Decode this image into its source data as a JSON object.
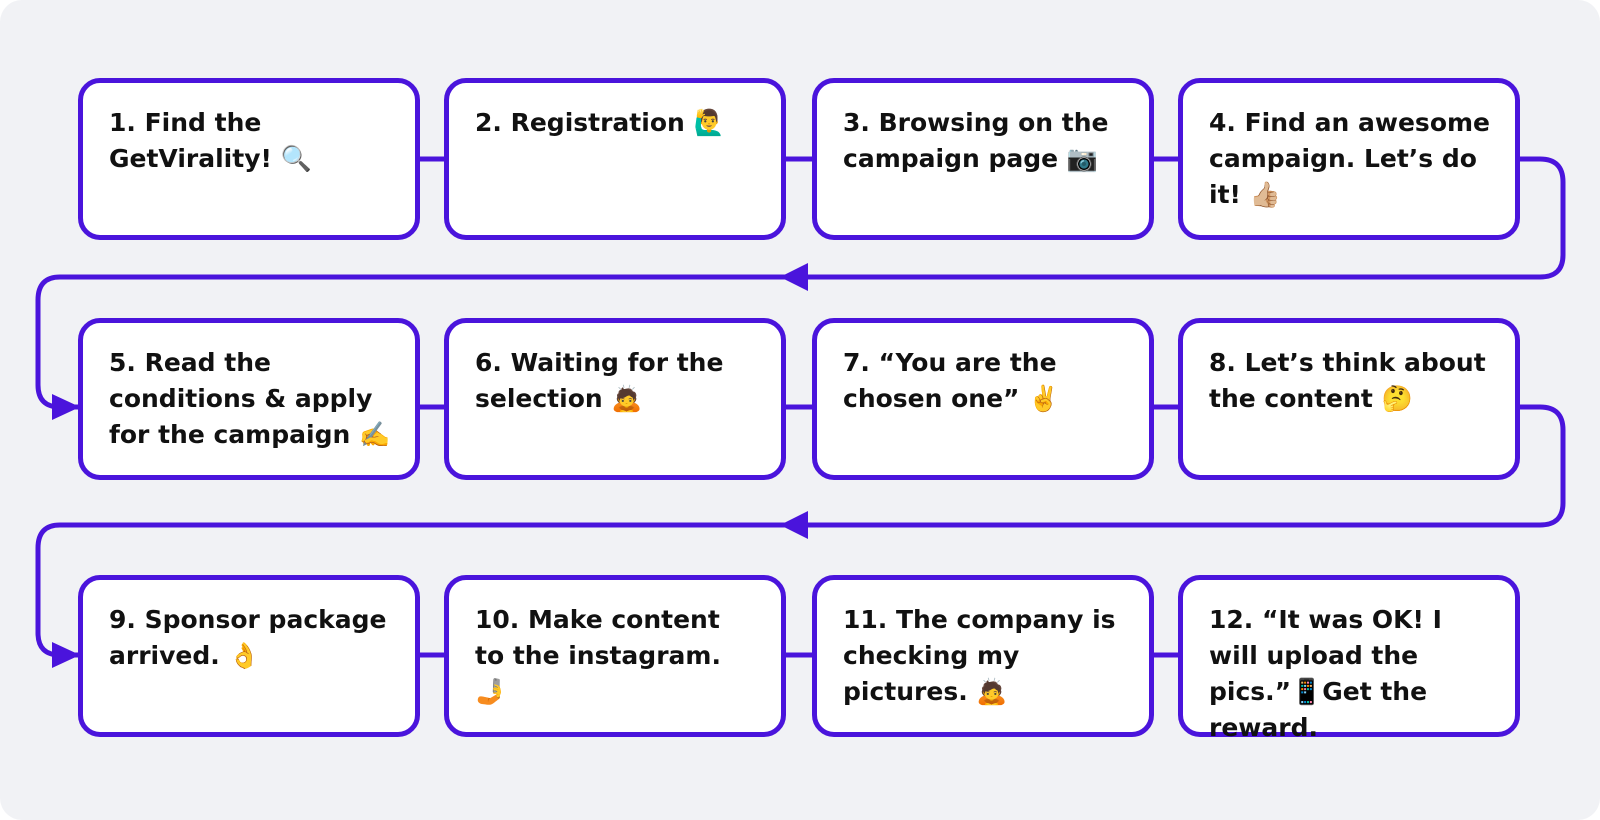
{
  "diagram": {
    "accent_color": "#4a14dc",
    "background_color": "#f1f2f5",
    "steps": [
      {
        "text": "1. Find the GetVirality! 🔍",
        "icon": "magnifying-glass"
      },
      {
        "text": "2. Registration 🙋‍♂️",
        "icon": "person-raising-hand"
      },
      {
        "text": "3. Browsing on the campaign page 📷",
        "icon": "camera"
      },
      {
        "text": "4. Find an awesome campaign. Let’s do it! 👍🏼",
        "icon": "thumbs-up"
      },
      {
        "text": "5. Read the conditions & apply for the campaign ✍️",
        "icon": "writing-hand"
      },
      {
        "text": "6. Waiting for the selection 🙇",
        "icon": "person-bowing"
      },
      {
        "text": "7. “You are the chosen one” ✌️",
        "icon": "victory-hand"
      },
      {
        "text": "8. Let’s think about the content 🤔",
        "icon": "thinking-face"
      },
      {
        "text": "9. Sponsor package arrived. 👌",
        "icon": "ok-hand"
      },
      {
        "text": "10. Make content to the instagram. 🤳",
        "icon": "selfie"
      },
      {
        "text": "11. The company is checking my pictures.  🙇",
        "icon": "person-bowing"
      },
      {
        "text": "12. “It was OK! I will upload the pics.”📱Get the reward.",
        "icon": "mobile-phone"
      }
    ]
  }
}
